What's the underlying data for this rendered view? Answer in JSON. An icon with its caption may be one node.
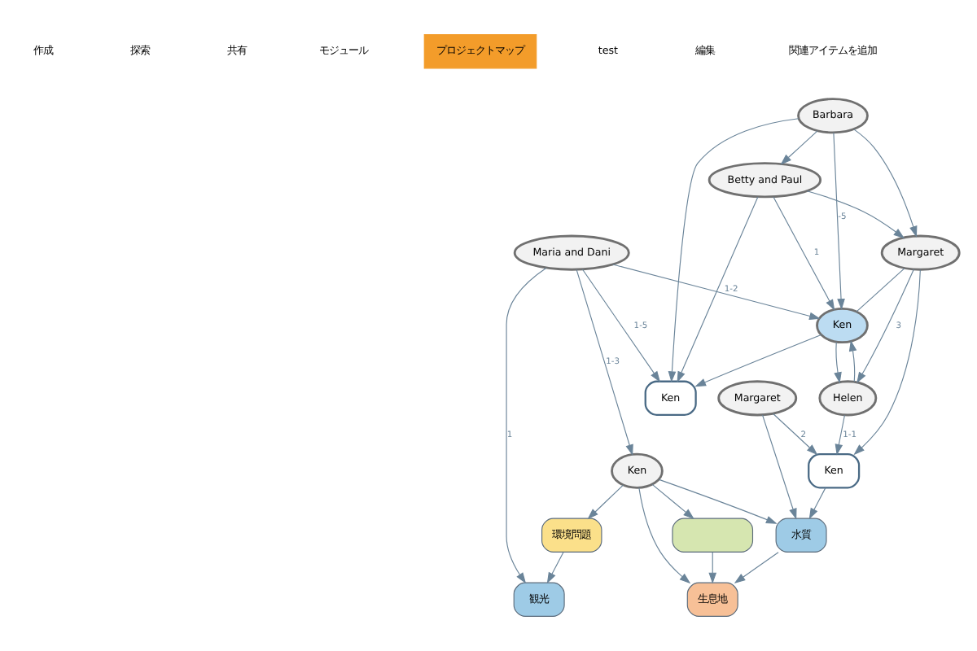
{
  "diagram": {
    "nodes": [
      {
        "text": [
          "Barbara"
        ]
      },
      {
        "text": [
          "Margaret"
        ]
      },
      {
        "text": [
          "Ken"
        ]
      },
      {
        "text": [
          "Betty and Paul"
        ]
      },
      {
        "text": [
          "Ken"
        ]
      },
      {
        "text": [
          "Helen"
        ]
      },
      {
        "text": [
          "Ken"
        ]
      },
      {
        "text": [
          "Margaret"
        ]
      },
      {
        "text": [
          "Maria and Dani"
        ]
      },
      {
        "text": [
          "Ken"
        ]
      },
      {
        "text": [
          "環境問題"
        ]
      },
      {
        "text": [
          "水質"
        ]
      },
      {
        "text": [
          "観光"
        ]
      },
      {
        "text": [
          "生息地"
        ]
      },
      {
        "text": [],
        "shape": "box"
      }
    ],
    "edges": [
      {
        "from": 0,
        "to": 1,
        "arrow": "to"
      },
      {
        "from": 0,
        "to": 2,
        "arrow": "to"
      },
      {
        "from": 0,
        "to": 3,
        "arrow": "to"
      },
      {
        "from": 0,
        "to": 4,
        "arrow": "to",
        "label": "-5"
      },
      {
        "from": 3,
        "to": 1,
        "arrow": "to"
      },
      {
        "from": 3,
        "to": 4,
        "arrow": "to",
        "label": "1"
      },
      {
        "from": 3,
        "to": 2,
        "arrow": "to"
      },
      {
        "from": 1,
        "to": 6,
        "arrow": "to"
      },
      {
        "from": 1,
        "to": 5,
        "arrow": "to",
        "label": "3"
      },
      {
        "from": 1,
        "to": 4,
        "arrow": "none"
      },
      {
        "from": 5,
        "to": 4,
        "arrow": "to"
      },
      {
        "from": 5,
        "to": 6,
        "arrow": "to",
        "label": "1-1"
      },
      {
        "from": 4,
        "to": 5,
        "arrow": "to"
      },
      {
        "from": 7,
        "to": 6,
        "arrow": "to",
        "label": "2"
      },
      {
        "from": 4,
        "to": 2,
        "arrow": "to"
      },
      {
        "from": 8,
        "to": 2,
        "arrow": "to",
        "label": "1-5"
      },
      {
        "from": 8,
        "to": 4,
        "arrow": "to",
        "label": "1-2"
      },
      {
        "from": 8,
        "to": 9,
        "arrow": "to",
        "label": "1-3"
      },
      {
        "from": 9,
        "to": 10,
        "arrow": "to"
      },
      {
        "from": 9,
        "to": 11,
        "arrow": "to"
      },
      {
        "from": 7,
        "to": 11,
        "arrow": "to"
      },
      {
        "from": 6,
        "to": 11,
        "arrow": "to"
      },
      {
        "from": 10,
        "to": 12,
        "arrow": "to"
      },
      {
        "from": 8,
        "to": 12,
        "arrow": "to",
        "label": "1"
      },
      {
        "from": 9,
        "to": 14,
        "arrow": "to"
      },
      {
        "from": 9,
        "to": 13,
        "arrow": "to"
      },
      {
        "from": 11,
        "to": 13,
        "arrow": "to"
      },
      {
        "from": 14,
        "to": 13,
        "arrow": "to"
      }
    ],
    "labels": [
      "作成",
      "探索",
      "共有",
      "モジュール",
      "プロジェクトマップ",
      "test",
      "編集",
      "関連アイテムを追加"
    ]
  }
}
